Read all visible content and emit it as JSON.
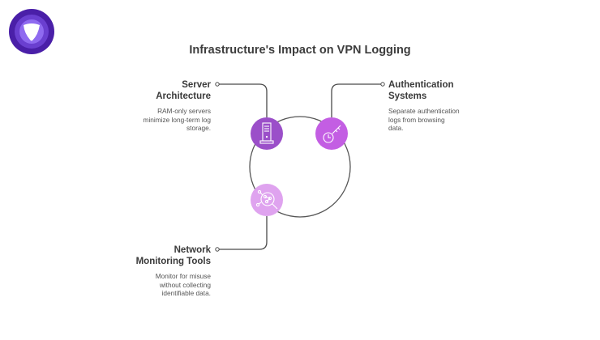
{
  "logo": {
    "icon": "shield-logo-icon",
    "colors": {
      "outer": "#4a1fa8",
      "mid": "#6a3fd0",
      "inner": "#8f6af0",
      "glyph": "#ffffff"
    }
  },
  "title": "Infrastructure's Impact on VPN Logging",
  "colors": {
    "ring": "#555555",
    "connector": "#4a4a4a",
    "server": "#9b4fc9",
    "auth": "#c35ee3",
    "network": "#dfa3ef",
    "icon_stroke": "#ffffff"
  },
  "items": [
    {
      "id": "server",
      "title_lines": [
        "Server",
        "Architecture"
      ],
      "desc_lines": [
        "RAM-only servers",
        "minimize long-term log",
        "storage."
      ],
      "icon": "server-icon"
    },
    {
      "id": "auth",
      "title_lines": [
        "Authentication",
        "Systems"
      ],
      "desc_lines": [
        "Separate authentication",
        "logs from browsing",
        "data."
      ],
      "icon": "key-icon"
    },
    {
      "id": "network",
      "title_lines": [
        "Network",
        "Monitoring Tools"
      ],
      "desc_lines": [
        "Monitor for misuse",
        "without collecting",
        "identifiable data."
      ],
      "icon": "network-search-icon"
    }
  ]
}
